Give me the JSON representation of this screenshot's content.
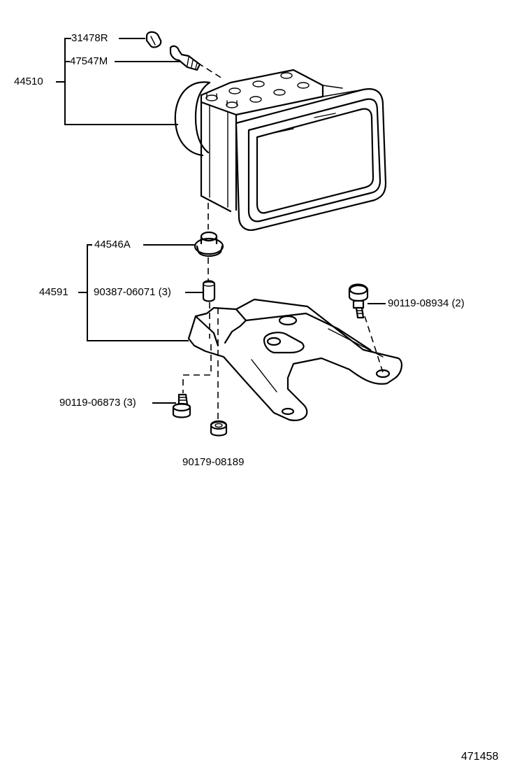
{
  "labels": {
    "p31478r": "31478R",
    "p47547m": "47547M",
    "p44510": "44510",
    "p44546a": "44546A",
    "p44591": "44591",
    "p90387": "90387-06071 (3)",
    "p90119_08934": "90119-08934 (2)",
    "p90119_06873": "90119-06873 (3)",
    "p90179": "90179-08189",
    "diagram_id": "471458"
  },
  "icons": [
    "abs-actuator-icon",
    "cap-icon",
    "bleeder-plug-icon",
    "grommet-icon",
    "collar-icon",
    "bracket-icon",
    "bolt-icon",
    "nut-icon"
  ]
}
